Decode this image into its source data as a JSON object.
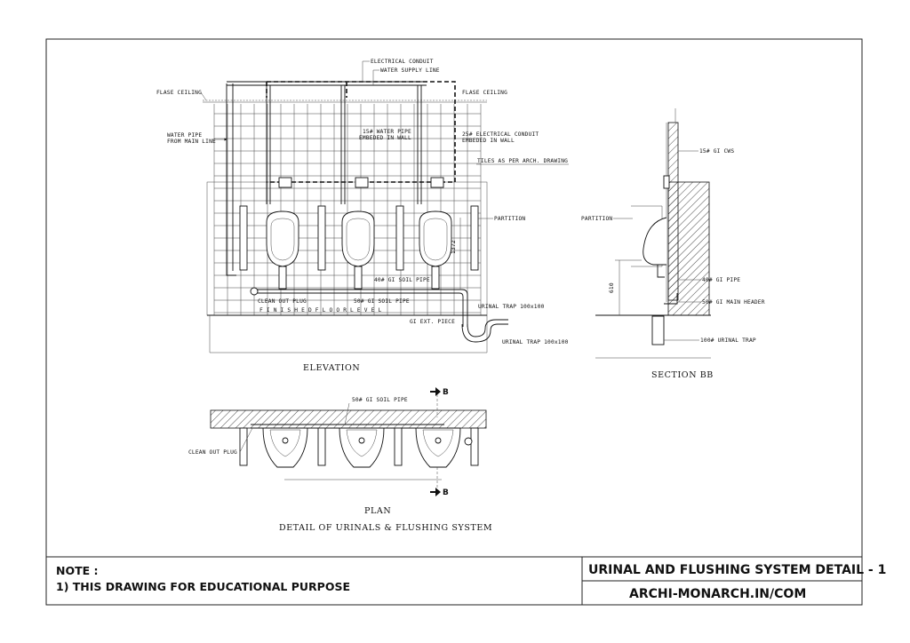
{
  "elevation": {
    "title": "ELEVATION",
    "labels": {
      "electrical_conduit": "ELECTRICAL CONDUIT",
      "water_supply_line": "WATER SUPPLY LINE",
      "false_ceiling_left": "FLASE CEILING",
      "false_ceiling_right": "FLASE CEILING",
      "water_pipe_1": "WATER PIPE",
      "water_pipe_2": "FROM MAIN LINE",
      "water_pipe_15_1": "15# WATER PIPE",
      "water_pipe_15_2": "EMBEDED IN WALL",
      "elec_conduit_25_1": "25# ELECTRICAL CONDUIT",
      "elec_conduit_25_2": "EMBEDED IN WALL",
      "tiles": "TILES AS PER ARCH. DRAWING",
      "partition": "PARTITION",
      "height_dim": "1372",
      "soil_pipe_40": "40# GI SOIL PIPE",
      "clean_out_plug": "CLEAN OUT PLUG",
      "soil_pipe_50": "50# GI SOIL PIPE",
      "urinal_trap_1": "URINAL TRAP 100x100",
      "finished_floor": "F I N I S H E D   F L O O R   L E V E L",
      "gi_ext_piece": "GI EXT. PIECE",
      "urinal_trap_2": "URINAL TRAP 100x100"
    }
  },
  "section": {
    "title": "SECTION  BB",
    "labels": {
      "gi_cws": "15# GI CWS",
      "partition": "PARTITION",
      "gi_pipe_40": "40# GI PIPE",
      "height_dim": "610",
      "main_header": "50# GI MAIN HEADER",
      "urinal_trap": "100# URINAL TRAP"
    }
  },
  "plan": {
    "title": "PLAN",
    "labels": {
      "soil_pipe": "50# GI SOIL PIPE",
      "clean_out_plug": "CLEAN OUT PLUG",
      "section_mark_top": "B",
      "section_mark_bottom": "B"
    }
  },
  "drawing_title": "DETAIL  OF  URINALS  &  FLUSHING  SYSTEM",
  "footer": {
    "note_heading": "NOTE :",
    "note_text": "1) THIS DRAWING FOR EDUCATIONAL PURPOSE",
    "sheet_title": "URINAL AND FLUSHING SYSTEM DETAIL - 1",
    "website": "ARCHI-MONARCH.IN/COM"
  }
}
